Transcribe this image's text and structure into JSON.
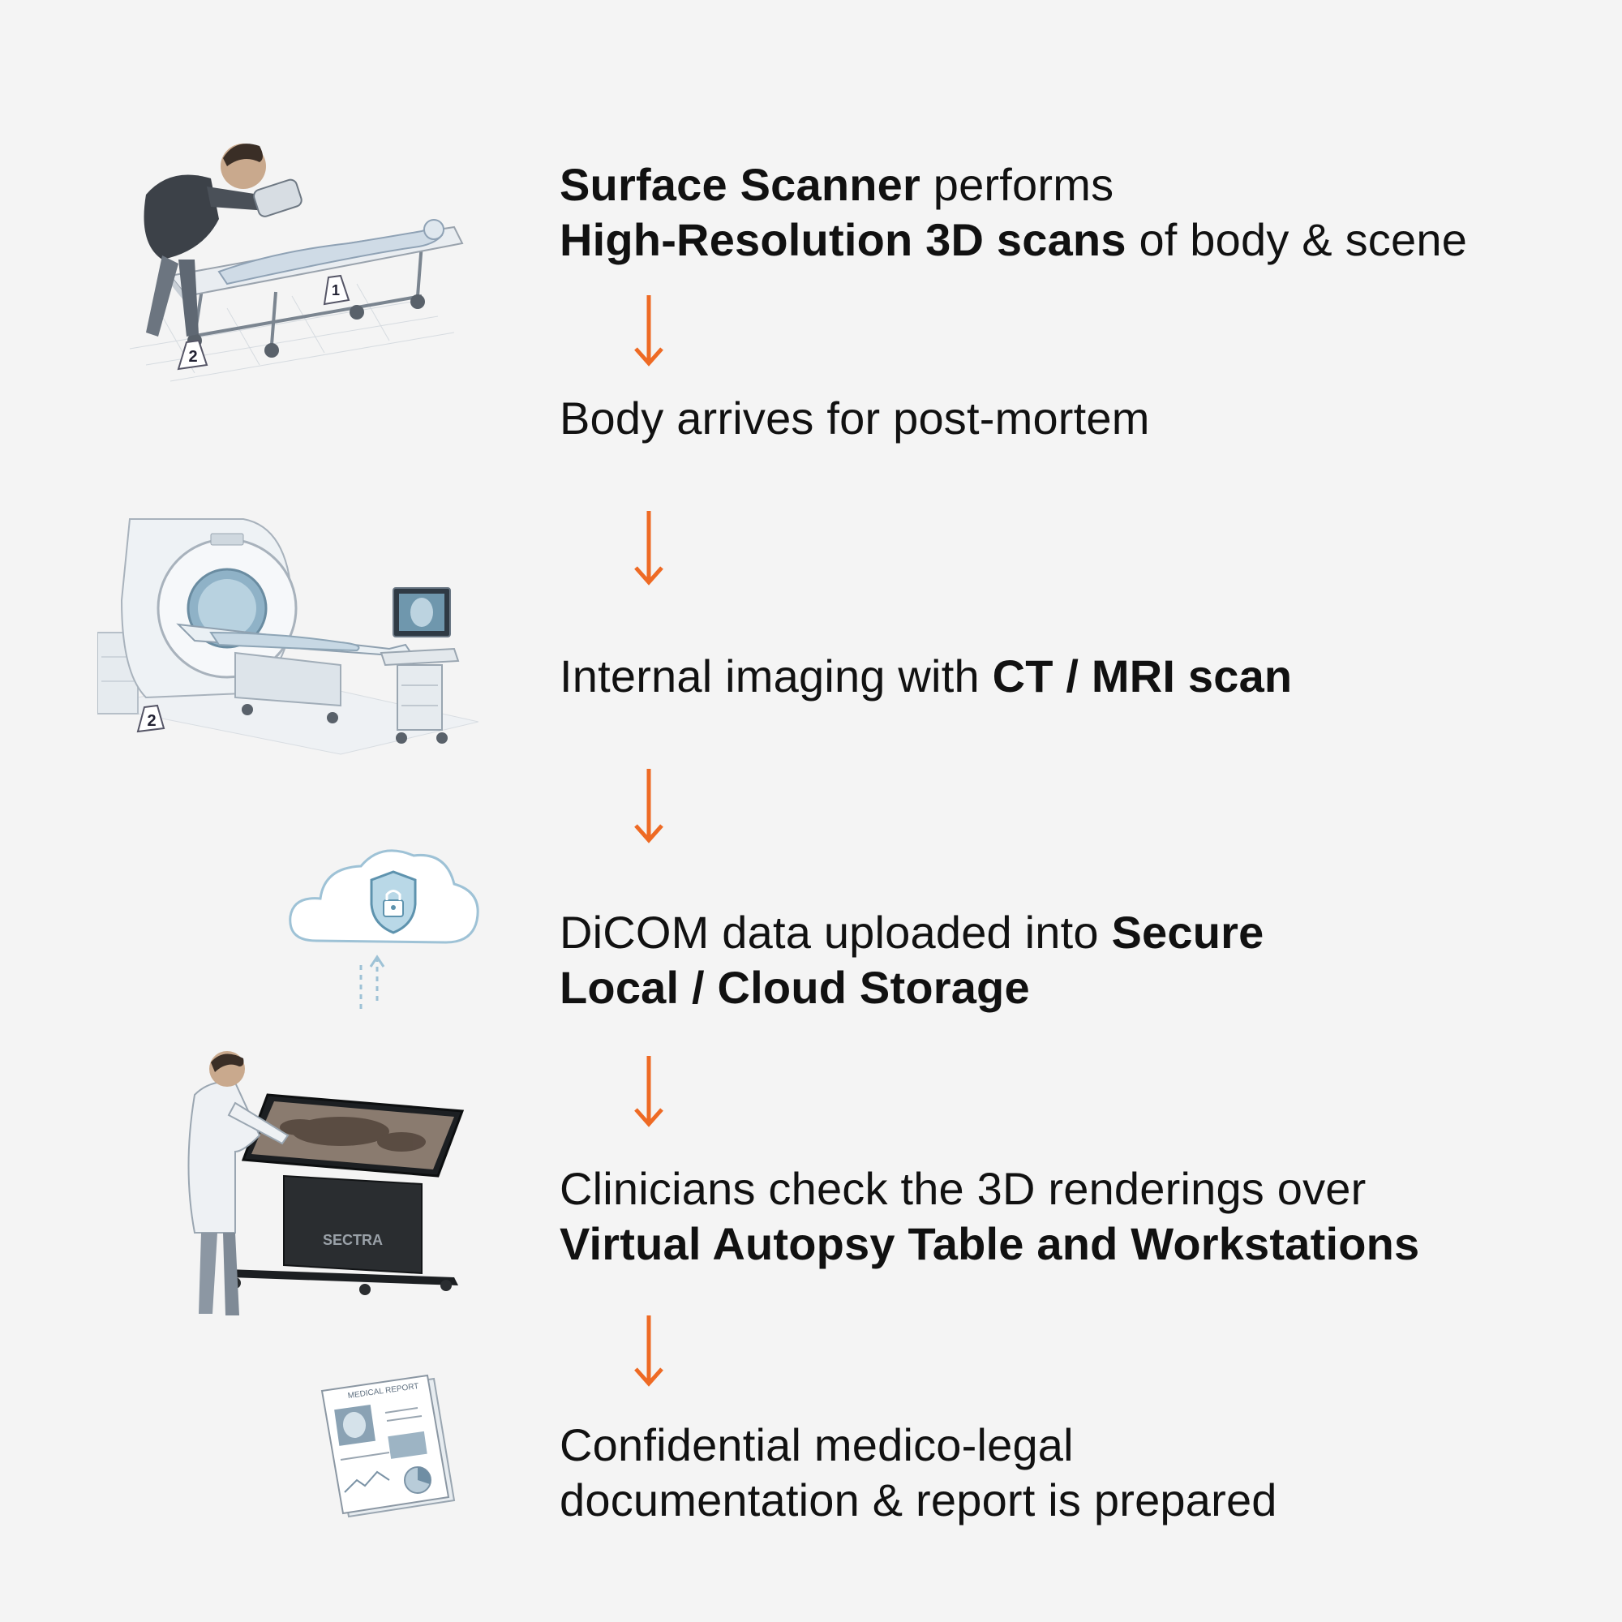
{
  "steps": [
    {
      "line1_bold": "Surface Scanner",
      "line1_rest": " performs",
      "line2_bold": "High-Resolution 3D scans",
      "line2_rest": " of body & scene"
    },
    {
      "line1": "Body arrives for post-mortem"
    },
    {
      "line1_plain": "Internal imaging with ",
      "line1_bold": "CT / MRI scan"
    },
    {
      "line1_plain": "DiCOM data uploaded into ",
      "line1_bold": "Secure",
      "line2_bold": "Local / Cloud Storage"
    },
    {
      "line1": "Clinicians check the 3D renderings over",
      "line2_bold": "Virtual Autopsy Table and Workstations"
    },
    {
      "line1": "Confidential medico-legal",
      "line2": "documentation & report is prepared"
    }
  ],
  "illustrations": {
    "evidence_marker_1": "1",
    "evidence_marker_2": "2",
    "evidence_marker_3": "2",
    "table_brand": "SECTRA",
    "report_title": "MEDICAL REPORT"
  },
  "colors": {
    "arrow": "#ee6a24",
    "background": "#f4f4f4",
    "text": "#111111"
  },
  "icons": [
    "surface-scanner-illustration",
    "ct-mri-scanner-illustration",
    "cloud-lock-icon",
    "virtual-autopsy-table-illustration",
    "medical-report-icon",
    "down-arrow-icon"
  ]
}
